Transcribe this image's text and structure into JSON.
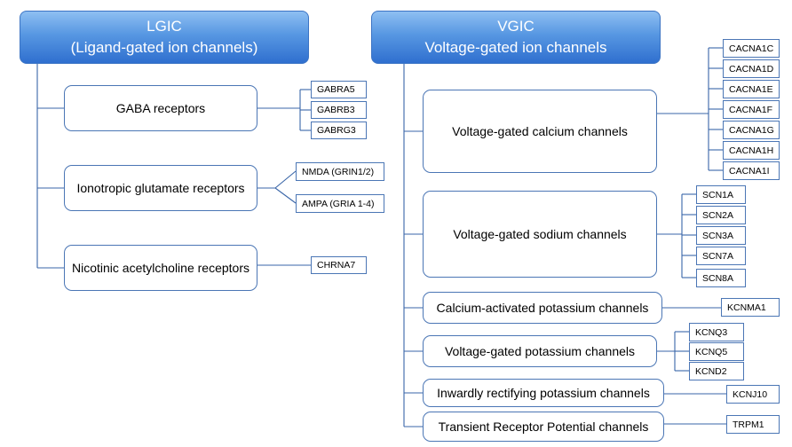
{
  "lgic": {
    "title_line1": "LGIC",
    "title_line2": "(Ligand-gated ion channels)",
    "categories": [
      {
        "label": "GABA receptors",
        "genes": [
          "GABRA5",
          "GABRB3",
          "GABRG3"
        ]
      },
      {
        "label": "Ionotropic glutamate receptors",
        "genes": [
          "NMDA (GRIN1/2)",
          "AMPA (GRIA 1-4)"
        ]
      },
      {
        "label": "Nicotinic acetylcholine receptors",
        "genes": [
          "CHRNA7"
        ]
      }
    ]
  },
  "vgic": {
    "title_line1": "VGIC",
    "title_line2": "Voltage-gated ion channels",
    "categories": [
      {
        "label": "Voltage-gated calcium channels",
        "genes": [
          "CACNA1C",
          "CACNA1D",
          "CACNA1E",
          "CACNA1F",
          "CACNA1G",
          "CACNA1H",
          "CACNA1I"
        ]
      },
      {
        "label": "Voltage-gated  sodium channels",
        "genes": [
          "SCN1A",
          "SCN2A",
          "SCN3A",
          "SCN7A",
          "SCN8A"
        ]
      },
      {
        "label": "Calcium-activated potassium channels",
        "genes": [
          "KCNMA1"
        ]
      },
      {
        "label": "Voltage-gated potassium channels",
        "genes": [
          "KCNQ3",
          "KCNQ5",
          "KCND2"
        ]
      },
      {
        "label": "Inwardly rectifying potassium channels",
        "genes": [
          "KCNJ10"
        ]
      },
      {
        "label": "Transient Receptor Potential channels",
        "genes": [
          "TRPM1"
        ]
      }
    ]
  },
  "colors": {
    "header_top": "#8ebff2",
    "header_bottom": "#2f6fcf",
    "line": "#3a66a8",
    "box_border": "#4b76b5"
  }
}
